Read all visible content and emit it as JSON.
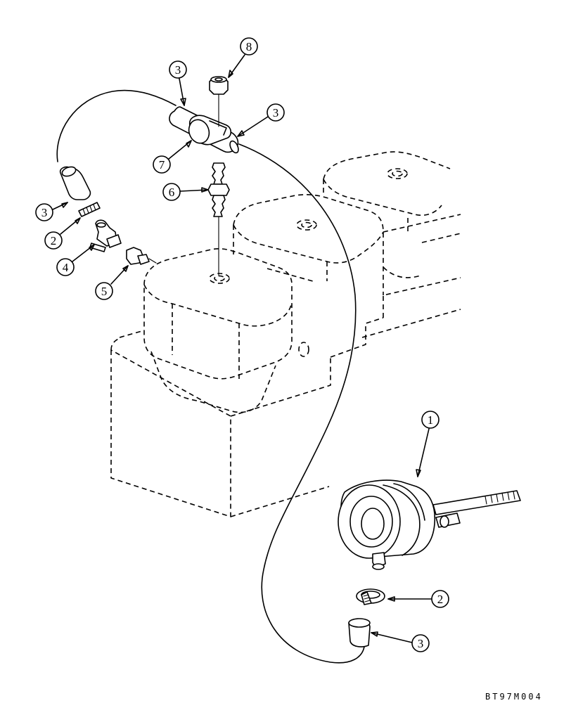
{
  "figure_code": "BT97M004",
  "callouts": [
    {
      "id": "c1",
      "label": "1"
    },
    {
      "id": "c2-upper",
      "label": "2"
    },
    {
      "id": "c2-lower",
      "label": "2"
    },
    {
      "id": "c3-top-left",
      "label": "3"
    },
    {
      "id": "c3-top-right",
      "label": "3"
    },
    {
      "id": "c3-left",
      "label": "3"
    },
    {
      "id": "c3-bottom",
      "label": "3"
    },
    {
      "id": "c4",
      "label": "4"
    },
    {
      "id": "c5",
      "label": "5"
    },
    {
      "id": "c6",
      "label": "6"
    },
    {
      "id": "c7",
      "label": "7"
    },
    {
      "id": "c8",
      "label": "8"
    }
  ]
}
